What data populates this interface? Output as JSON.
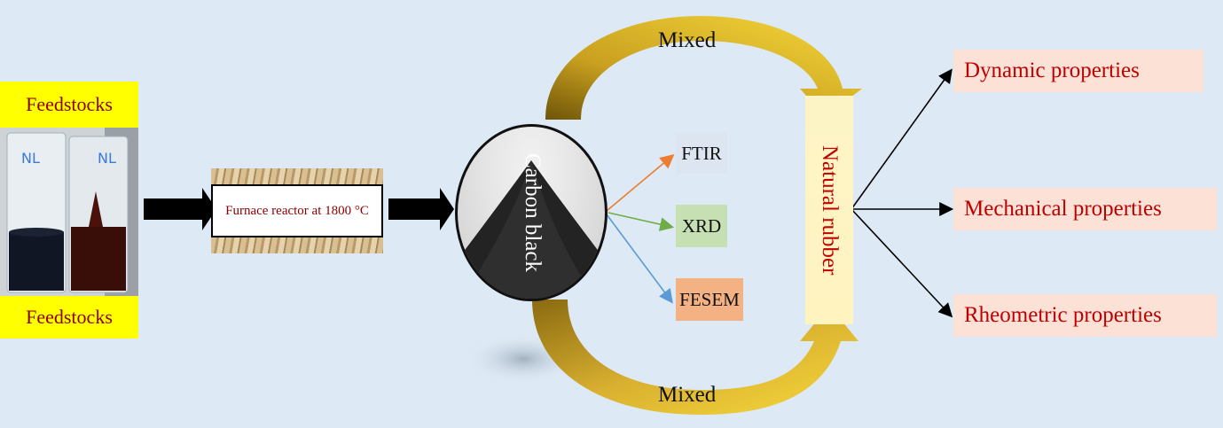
{
  "feedstocks": {
    "top_label": "Feedstocks",
    "bottom_label": "Feedstocks"
  },
  "reactor": {
    "label": "Furnace reactor at 1800 °C"
  },
  "carbon": {
    "label": "Carbon black"
  },
  "characterization": [
    {
      "label": "FTIR",
      "color": "#dde5f0",
      "arrow": "#ed7d31"
    },
    {
      "label": "XRD",
      "color": "#c6e0b4",
      "arrow": "#70ad47"
    },
    {
      "label": "FESEM",
      "color": "#f4b183",
      "arrow": "#5b9bd5"
    }
  ],
  "mixing": {
    "top_label": "Mixed",
    "bottom_label": "Mixed"
  },
  "rubber": {
    "label": "Natural rubber"
  },
  "properties": [
    {
      "label": "Dynamic properties"
    },
    {
      "label": "Mechanical properties"
    },
    {
      "label": "Rheometric properties"
    }
  ],
  "colors": {
    "background": "#dde9f5",
    "highlight": "#ffff00",
    "text_red": "#c00000",
    "gold": "#d4a010"
  }
}
